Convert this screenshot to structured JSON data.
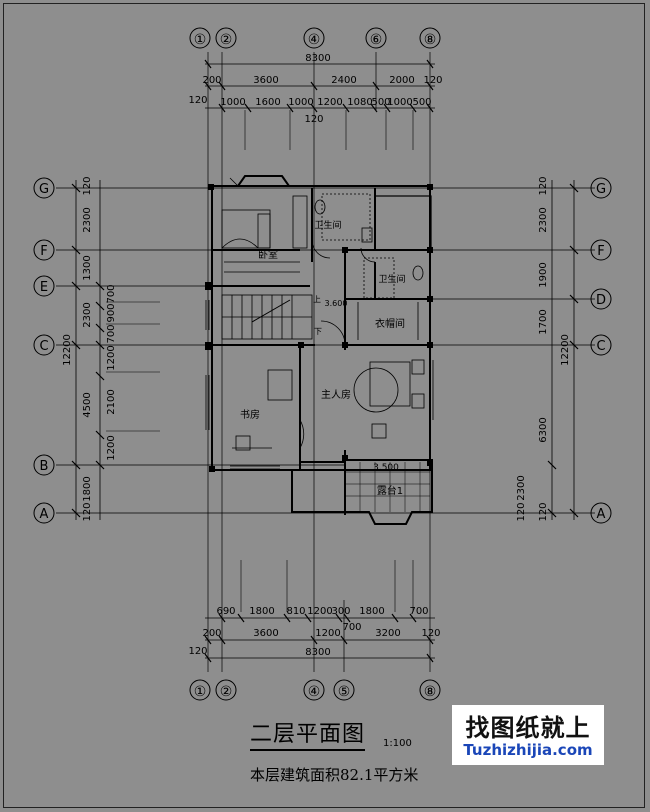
{
  "page": {
    "title": "二层平面图",
    "scale": "1:100",
    "area_note": "本层建筑面积82.1平方米"
  },
  "logo": {
    "cn": "找图纸就上",
    "en": "Tuzhizhijia.com"
  },
  "axes": {
    "top": [
      "①",
      "②",
      "④",
      "⑥",
      "⑧"
    ],
    "bottom": [
      "①",
      "②",
      "④",
      "⑤",
      "⑧"
    ],
    "left": [
      "G",
      "F",
      "E",
      "C",
      "B",
      "A"
    ],
    "right": [
      "G",
      "F",
      "D",
      "C",
      "A"
    ]
  },
  "dims": {
    "top_total": "8300",
    "top_row2": [
      "200",
      "3600",
      "2400",
      "2000",
      "120"
    ],
    "top_row3": [
      "1000",
      "1600",
      "1000",
      "1200",
      "1080",
      "500",
      "1000",
      "500"
    ],
    "top_120a": "120",
    "top_120b": "120",
    "left_total": "12200",
    "left_outer": [
      "2300",
      "1300",
      "2300",
      "4500",
      "1800",
      "120"
    ],
    "left_top_120": "120",
    "left_inner": [
      "700",
      "900",
      "700",
      "1200",
      "2100",
      "1200"
    ],
    "right_total": "12200",
    "right_outer": [
      "2300",
      "1900",
      "1700",
      "6300",
      "120"
    ],
    "right_top_120": "120",
    "right_inner": "2300",
    "right_inner_120": "120",
    "bottom_row1": [
      "690",
      "1800",
      "810",
      "1200",
      "300",
      "1800",
      "700"
    ],
    "bottom_700": "700",
    "bottom_row2": [
      "200",
      "3600",
      "1200",
      "3200",
      "120"
    ],
    "bottom_120": "120",
    "bottom_total": "8300"
  },
  "rooms": {
    "bedroom": "卧室",
    "bath1": "卫生间",
    "bath2": "卫生间",
    "cloak": "衣帽间",
    "master": "主人房",
    "study": "书房",
    "terrace": "露台1",
    "up": "上",
    "down": "下",
    "elev1": "3.600",
    "elev2": "3.500"
  }
}
